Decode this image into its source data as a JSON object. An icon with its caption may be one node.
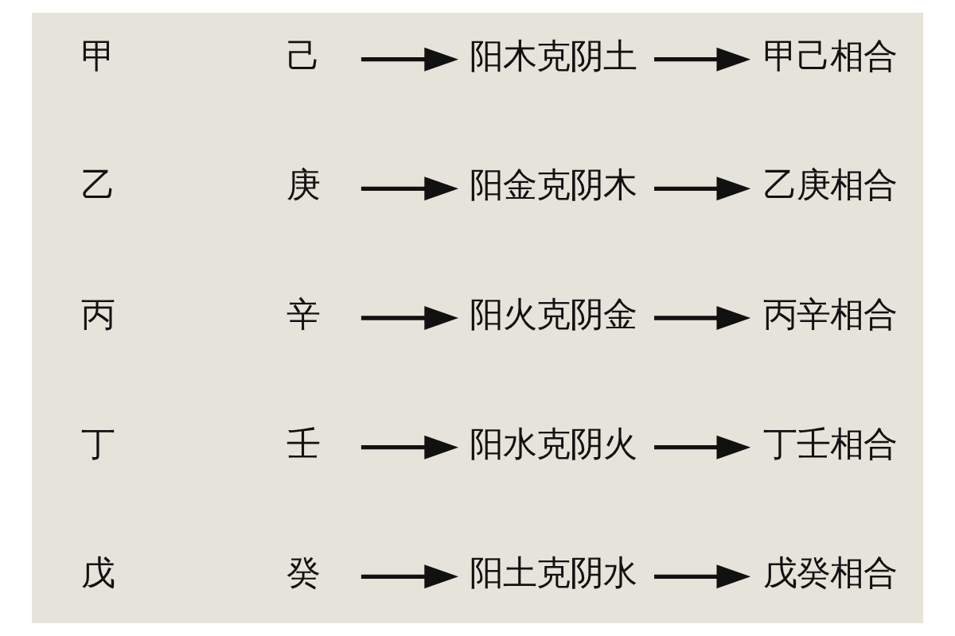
{
  "diagram": {
    "nodes": [
      {
        "text": [
          "己"
        ]
      },
      {
        "text": [
          "阳木克阴土"
        ]
      },
      {
        "text": [
          "甲己相合"
        ]
      },
      {
        "text": [
          "庚"
        ]
      },
      {
        "text": [
          "阳金克阴木"
        ]
      },
      {
        "text": [
          "乙庚相合"
        ]
      },
      {
        "text": [
          "辛"
        ]
      },
      {
        "text": [
          "阳火克阴金"
        ]
      },
      {
        "text": [
          "丙辛相合"
        ]
      },
      {
        "text": [
          "壬"
        ]
      },
      {
        "text": [
          "阳水克阴火"
        ]
      },
      {
        "text": [
          "丁壬相合"
        ]
      },
      {
        "text": [
          "癸"
        ]
      },
      {
        "text": [
          "阳土克阴水"
        ]
      },
      {
        "text": [
          "戊癸相合"
        ]
      }
    ],
    "edges": [
      {
        "from": 0,
        "to": 1,
        "arrow": "to"
      },
      {
        "from": 1,
        "to": 2,
        "arrow": "to"
      },
      {
        "from": 3,
        "to": 4,
        "arrow": "to"
      },
      {
        "from": 4,
        "to": 5,
        "arrow": "to"
      },
      {
        "from": 6,
        "to": 7,
        "arrow": "to"
      },
      {
        "from": 7,
        "to": 8,
        "arrow": "to"
      },
      {
        "from": 9,
        "to": 10,
        "arrow": "to"
      },
      {
        "from": 10,
        "to": 11,
        "arrow": "to"
      },
      {
        "from": 12,
        "to": 13,
        "arrow": "to"
      },
      {
        "from": 13,
        "to": 14,
        "arrow": "to"
      }
    ],
    "labels": [
      "甲",
      "乙",
      "丙",
      "丁",
      "戊"
    ]
  }
}
